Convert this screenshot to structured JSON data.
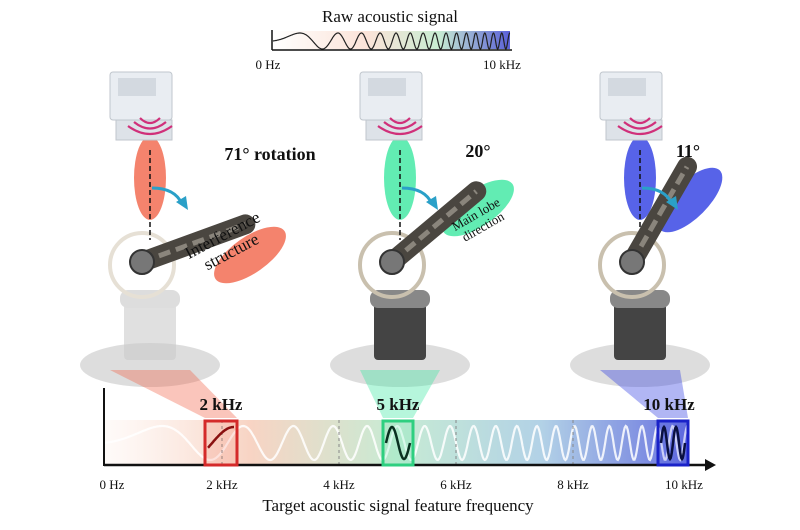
{
  "raw_signal": {
    "title": "Raw acoustic signal",
    "start_label": "0 Hz",
    "end_label": "10 kHz"
  },
  "panels": [
    {
      "rotation": "71° rotation",
      "annotation": [
        "Interference",
        "structure"
      ],
      "color": "#f05a3c",
      "frequency": "2 kHz"
    },
    {
      "rotation": "20°",
      "annotation": [
        "Main lobe",
        "direction"
      ],
      "color": "#2ee69a",
      "frequency": "5 kHz"
    },
    {
      "rotation": "11°",
      "annotation": [],
      "color": "#1f2fe0",
      "frequency": "10 kHz"
    }
  ],
  "axis": {
    "ticks": [
      "0 Hz",
      "2 kHz",
      "4 kHz",
      "6 kHz",
      "8 kHz",
      "10 kHz"
    ],
    "title": "Target acoustic signal feature frequency"
  }
}
